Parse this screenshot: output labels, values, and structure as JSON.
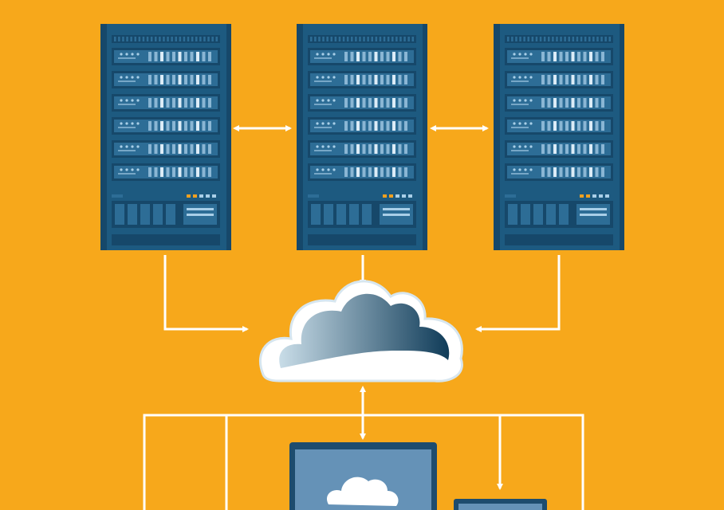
{
  "diagram": {
    "type": "cloud-server-topology",
    "servers": [
      {
        "id": "server-left",
        "unit_count": 6
      },
      {
        "id": "server-center",
        "unit_count": 6
      },
      {
        "id": "server-right",
        "unit_count": 6
      }
    ],
    "hub": "cloud",
    "clients": [
      "monitor",
      "laptop"
    ],
    "links": [
      {
        "from": "server-left",
        "to": "server-center",
        "direction": "both"
      },
      {
        "from": "server-center",
        "to": "server-right",
        "direction": "both"
      },
      {
        "from": "server-left",
        "to": "cloud",
        "direction": "forward"
      },
      {
        "from": "server-center",
        "to": "cloud",
        "direction": "forward"
      },
      {
        "from": "server-right",
        "to": "cloud",
        "direction": "forward"
      },
      {
        "from": "cloud",
        "to": "client-bus",
        "direction": "both"
      }
    ]
  },
  "colors": {
    "background": "#f7a81b",
    "rack_body": "#1d5a80",
    "rack_dark": "#16486a",
    "rack_unit": "#2d6d96",
    "rack_light": "#a9cfe8",
    "indicator_orange": "#f0a020",
    "cloud_white": "#ffffff",
    "cloud_gradient_light": "#c9dde8",
    "cloud_gradient_dark": "#0f3b58",
    "arrow": "#ffffff",
    "screen_blue": "#6592b7",
    "screen_frame": "#1d4c6e"
  }
}
